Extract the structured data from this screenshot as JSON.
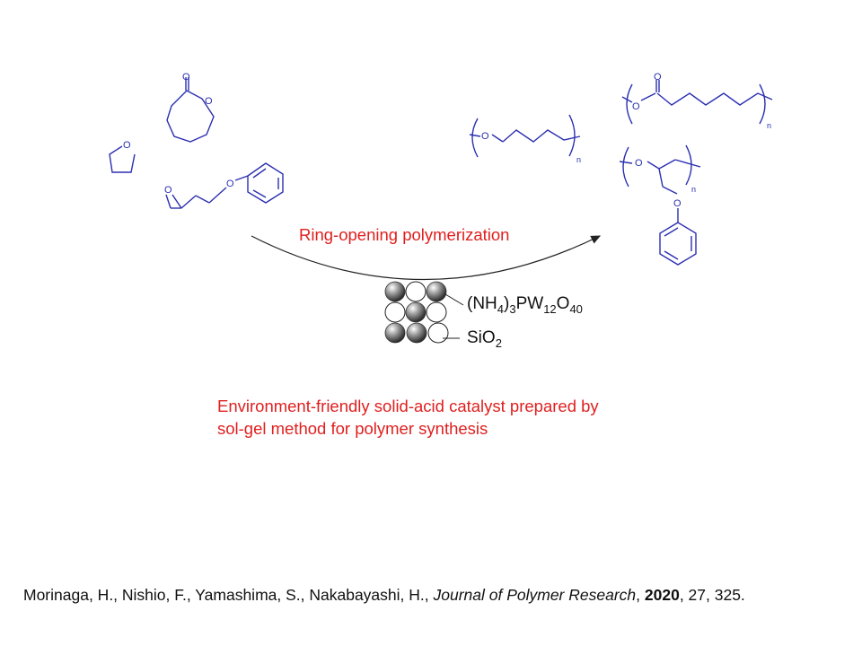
{
  "reaction": {
    "label": "Ring-opening polymerization"
  },
  "catalyst": {
    "formula_prefix": "(NH",
    "sub_nh": "4",
    "mid1": ")",
    "sub_3": "3",
    "mid2": "PW",
    "sub_12": "12",
    "mid3": "O",
    "sub_40": "40",
    "support_prefix": "SiO",
    "support_sub": "2"
  },
  "caption": {
    "line1": "Environment-friendly solid-acid catalyst prepared by",
    "line2": "sol-gel method for polymer synthesis"
  },
  "molecule_labels": {
    "oxygen": "O",
    "repeat": "n"
  },
  "reference": {
    "authors": "Morinaga, H., Nishio, F., Yamashima, S., Nakabayashi, H., ",
    "journal": "Journal of Polymer Research",
    "sep1": ", ",
    "year": "2020",
    "rest": ", 27, 325."
  },
  "colors": {
    "structure": "#2b2fb0",
    "accent_red": "#e01f1f",
    "text": "#111111"
  }
}
